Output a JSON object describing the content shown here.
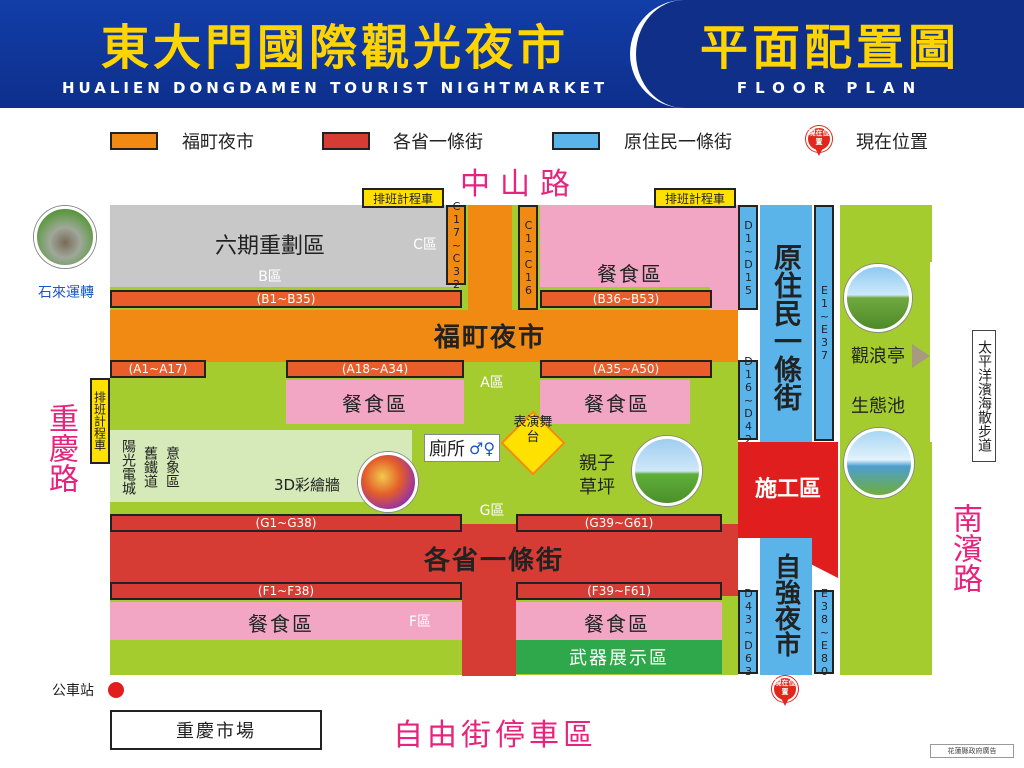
{
  "header": {
    "title_cn": "東大門國際觀光夜市",
    "title_en": "HUALIEN DONGDAMEN TOURIST NIGHTMARKET",
    "floor_cn": "平面配置圖",
    "floor_en": "FLOOR PLAN"
  },
  "legend": [
    {
      "label": "福町夜市",
      "color": "#f08a12"
    },
    {
      "label": "各省一條街",
      "color": "#d63c33"
    },
    {
      "label": "原住民一條街",
      "color": "#5ab4ea"
    },
    {
      "label": "現在位置",
      "color": "#e1261c"
    }
  ],
  "pin_label": "現在位置",
  "roads": {
    "north": "中山路",
    "west": "重慶路",
    "east": "南濱路",
    "south": "自由街停車區"
  },
  "taxi": [
    "排班計程車",
    "排班計程車",
    "排班計程車"
  ],
  "landmarks": {
    "shilai": "石來運轉",
    "bus_stop": "公車站",
    "market": "重慶市場",
    "pacific": "太平洋濱海散步道",
    "guanlang": "觀浪亭",
    "ecopond": "生態池",
    "credit": "花蓮縣政府廣告"
  },
  "zones": {
    "liuqi": "六期重劃區",
    "b_zone": "B區",
    "c_zone": "C區",
    "a_zone": "A區",
    "g_zone": "G區",
    "f_zone": "F區",
    "fuding": "福町夜市",
    "gesheng": "各省一條街",
    "yuanzhumin": "原住民一條街",
    "ziqiang": "自強夜市",
    "construction": "施工區",
    "food": "餐食區",
    "weapons": "武器展示區",
    "toilet": "廁所",
    "stage": "表演舞台",
    "lawn": "親子草坪",
    "mural": "3D彩繪牆",
    "railway_a": "陽光電城",
    "railway_b": "舊鐵道",
    "railway_c": "意象區"
  },
  "ranges": {
    "b1": "(B1~B35)",
    "b36": "(B36~B53)",
    "a1": "(A1~A17)",
    "a18": "(A18~A34)",
    "a35": "(A35~A50)",
    "g1": "(G1~G38)",
    "g39": "(G39~G61)",
    "f1": "(F1~F38)",
    "f39": "(F39~F61)",
    "c17": "C17~C32",
    "c1": "C1~C16",
    "d1": "D1~D15",
    "d16": "D16~D42",
    "d43": "D43~D63",
    "e1": "E1~E37",
    "e38": "E38~E80"
  },
  "colors": {
    "header_blue": "#0f2f88",
    "title_yellow": "#ffd400",
    "orange": "#f08a12",
    "red": "#d63c33",
    "blue": "#5ab4ea",
    "lime": "#a4cc2e",
    "pink": "#f2a6c4",
    "gray": "#c8c8c8",
    "green": "#2ea84a",
    "road_pink": "#e8237d"
  },
  "icons": [
    "location-pin-icon",
    "toilet-icon",
    "bus-stop-icon"
  ]
}
